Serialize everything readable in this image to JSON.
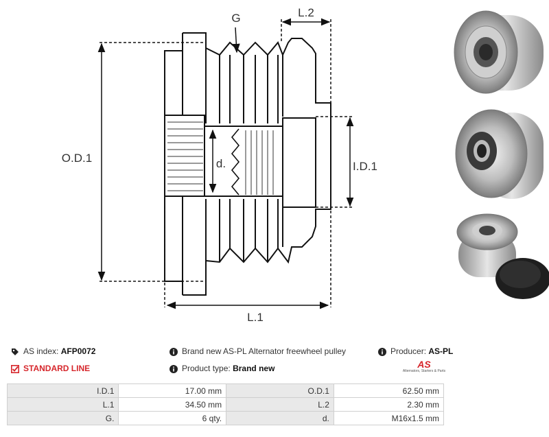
{
  "drawing": {
    "labels": {
      "g": "G",
      "l2": "L.2",
      "od1": "O.D.1",
      "d": "d.",
      "id1": "I.D.1",
      "l1": "L.1"
    }
  },
  "photos": [
    "pulley-photo-front",
    "pulley-photo-angled",
    "pulley-photo-with-cap"
  ],
  "info": {
    "as_index_label": "AS index:",
    "as_index_value": "AFP0072",
    "standard_line": "STANDARD LINE",
    "description": "Brand new AS-PL Alternator freewheel pulley",
    "product_type_label": "Product type:",
    "product_type_value": "Brand new",
    "producer_label": "Producer:",
    "producer_value": "AS-PL",
    "logo_text": "AS",
    "logo_tagline": "Alternators, Starters & Parts"
  },
  "specs": [
    {
      "label1": "I.D.1",
      "value1": "17.00 mm",
      "label2": "O.D.1",
      "value2": "62.50 mm"
    },
    {
      "label1": "L.1",
      "value1": "34.50 mm",
      "label2": "L.2",
      "value2": "2.30 mm"
    },
    {
      "label1": "G.",
      "value1": "6 qty.",
      "label2": "d.",
      "value2": "M16x1.5 mm"
    }
  ],
  "colors": {
    "brand_red": "#d6262b",
    "label_cell": "#e9e9e9",
    "line": "#111111"
  }
}
